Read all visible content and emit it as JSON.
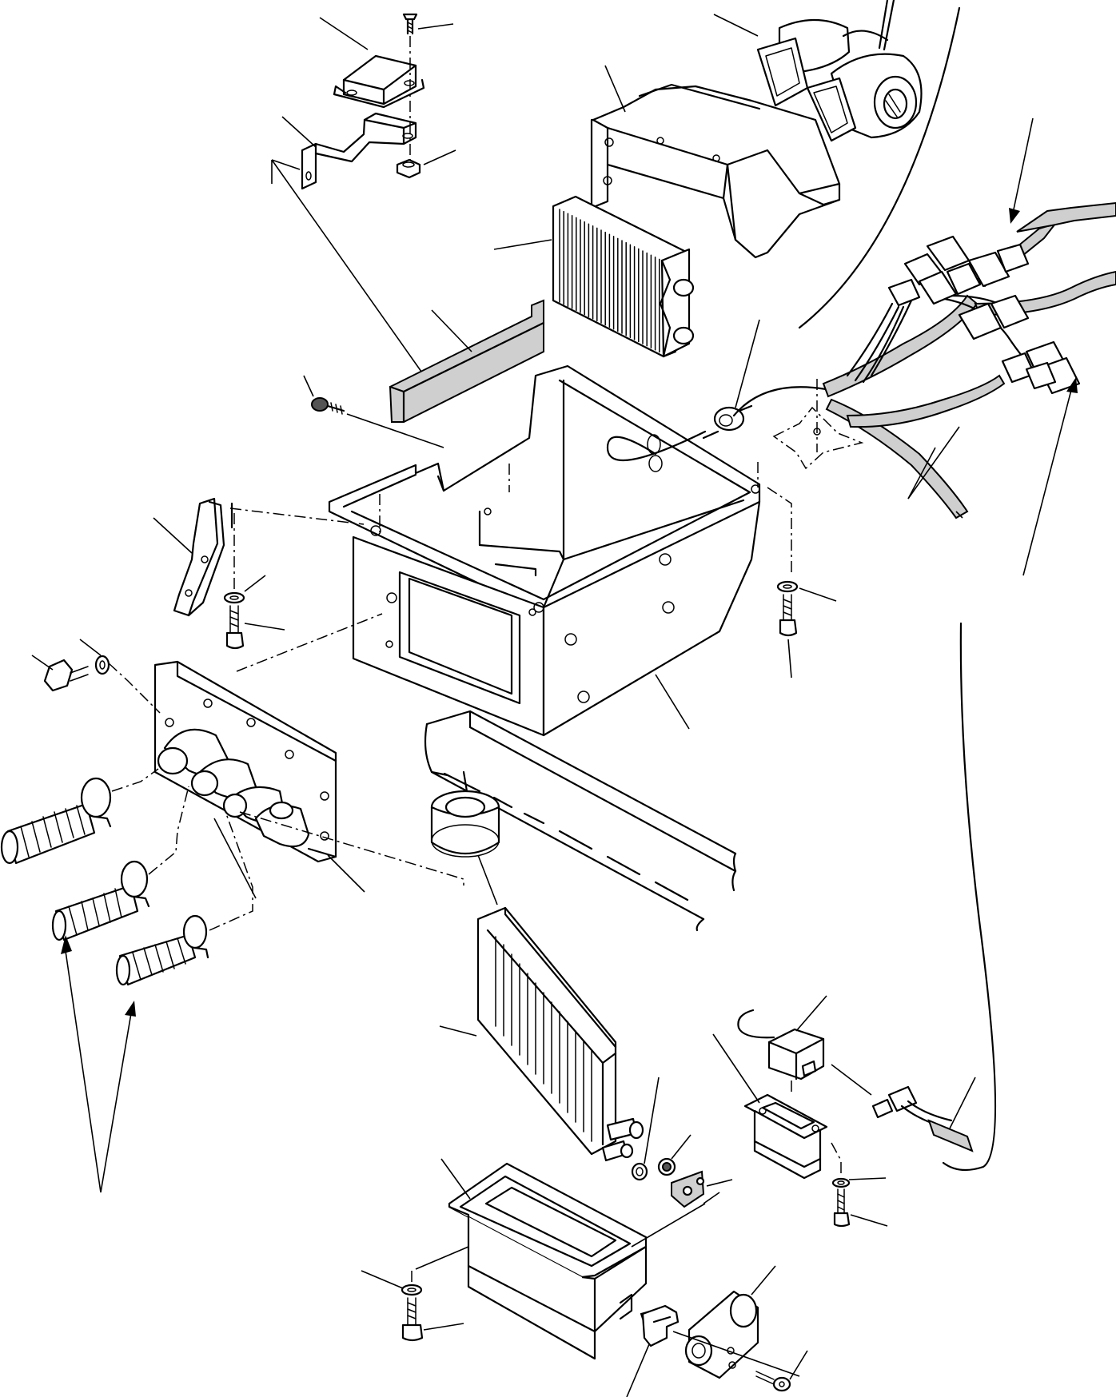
{
  "diagram": {
    "kind": "exploded-parts-drawing",
    "background": "#ffffff",
    "line_color": "#000000",
    "components": [
      "resistor-block",
      "bracket",
      "blower-motor",
      "blower-housing",
      "heater-core",
      "seal-strip",
      "heater-case",
      "wiring-harness",
      "grommet",
      "mounting-bracket",
      "duct-plate",
      "hose-clamps",
      "drain-grommet",
      "evaporator-core",
      "relay",
      "relay-bracket",
      "drain-pan",
      "expansion-valve",
      "gasket"
    ]
  }
}
